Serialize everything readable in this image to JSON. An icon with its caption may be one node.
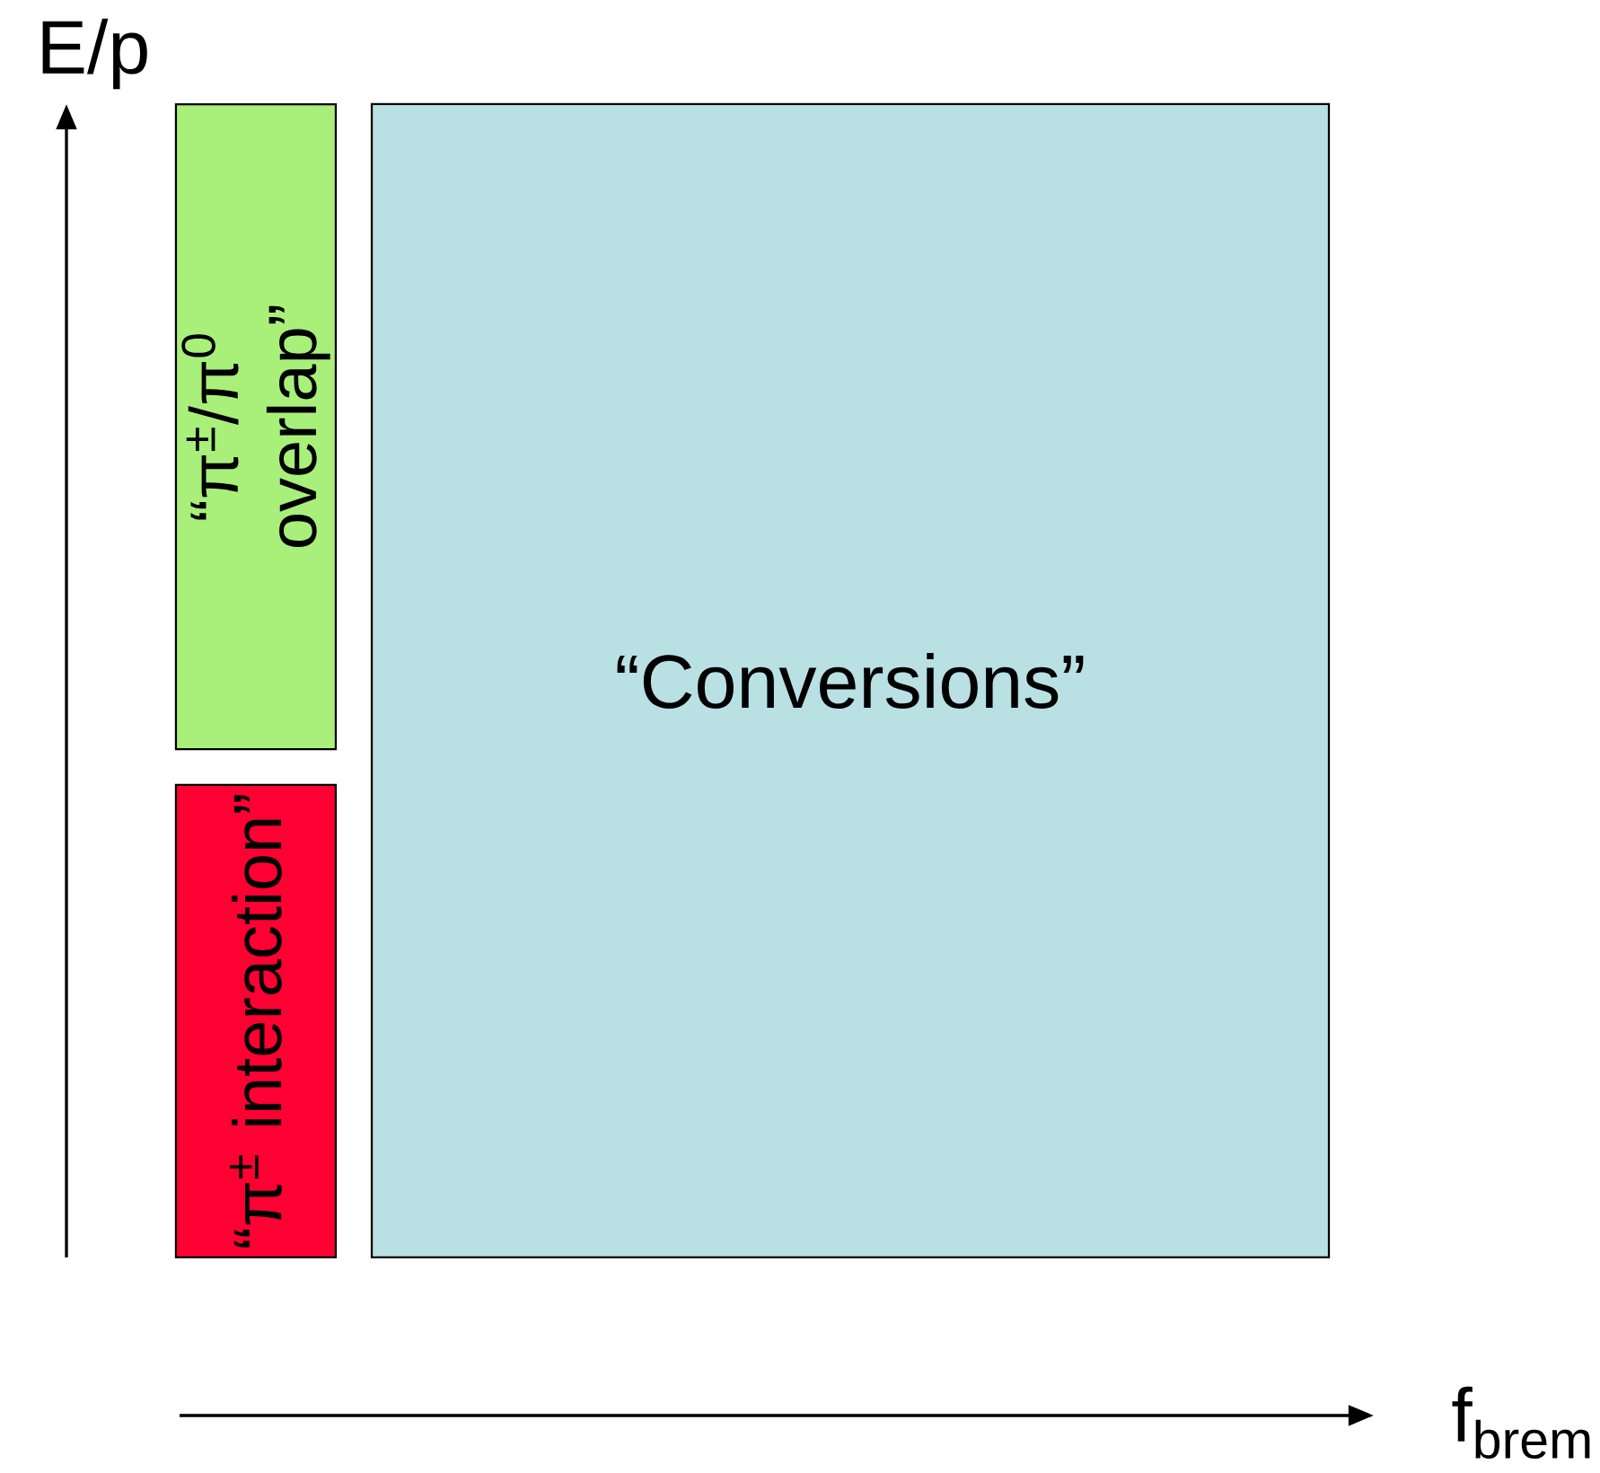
{
  "diagram": {
    "nodes": [
      {
        "text": [
          "“π$^{±}$/π$^{0}$ overlap”"
        ]
      },
      {
        "text": [
          "“π$^{±}$ interaction”"
        ]
      },
      {
        "text": [
          "“Conversions”"
        ]
      }
    ],
    "labels": [
      "E/p",
      "f$_{brem}$"
    ]
  }
}
